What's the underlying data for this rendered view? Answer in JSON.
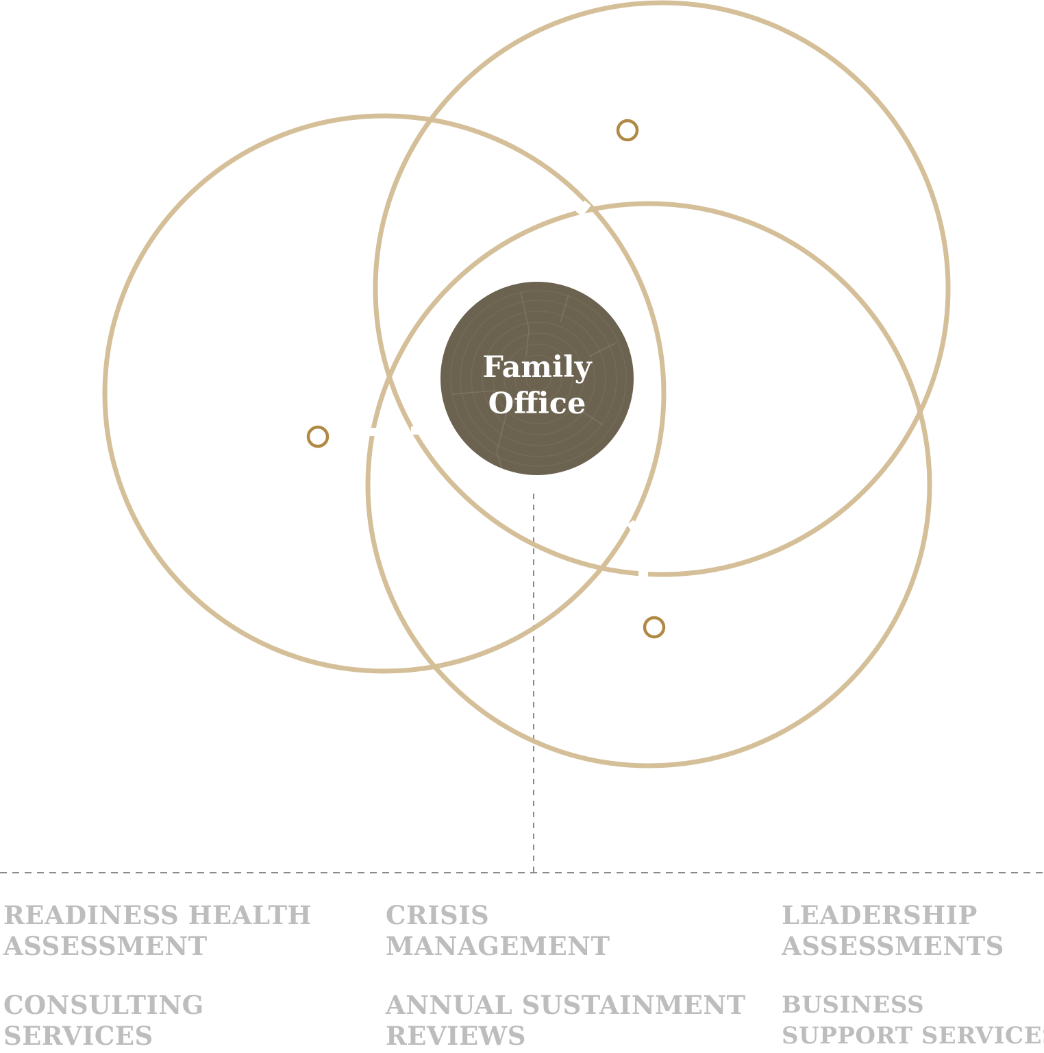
{
  "center": {
    "line1": "Family",
    "line2": "Office"
  },
  "colors": {
    "ring": "#d2bc94",
    "marker": "#b08a45",
    "center_fill": "#6b6250",
    "center_text": "#ffffff",
    "service_text": "#bdbdbd",
    "dashed_line": "#8a8a8a"
  },
  "services": [
    {
      "line1": "READINESS HEALTH",
      "line2": "ASSESSMENT"
    },
    {
      "line1": "CRISIS",
      "line2": "MANAGEMENT"
    },
    {
      "line1": "LEADERSHIP",
      "line2": "ASSESSMENTS"
    },
    {
      "line1": "CONSULTING",
      "line2": "SERVICES"
    },
    {
      "line1": "ANNUAL SUSTAINMENT",
      "line2": "REVIEWS"
    },
    {
      "line1": "BUSINESS",
      "line2": "SUPPORT SERVICES"
    }
  ]
}
